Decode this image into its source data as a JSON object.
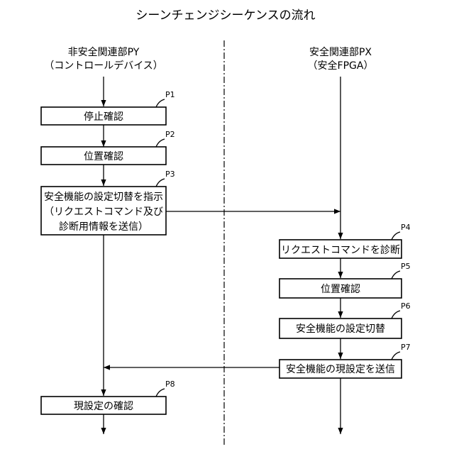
{
  "title": "シーンチェンジシーケンスの流れ",
  "lanes": {
    "left": {
      "line1": "非安全関連部PY",
      "line2": "（コントロールデバイス）"
    },
    "right": {
      "line1": "安全関連部PX",
      "line2": "（安全FPGA）"
    }
  },
  "steps": {
    "p1": {
      "label": "P1",
      "text": [
        "停止確認"
      ]
    },
    "p2": {
      "label": "P2",
      "text": [
        "位置確認"
      ]
    },
    "p3": {
      "label": "P3",
      "text": [
        "安全機能の設定切替を指示",
        "（リクエストコマンド及び",
        "診断用情報を送信）"
      ]
    },
    "p4": {
      "label": "P4",
      "text": [
        "リクエストコマンドを診断"
      ]
    },
    "p5": {
      "label": "P5",
      "text": [
        "位置確認"
      ]
    },
    "p6": {
      "label": "P6",
      "text": [
        "安全機能の設定切替"
      ]
    },
    "p7": {
      "label": "P7",
      "text": [
        "安全機能の現設定を送信"
      ]
    },
    "p8": {
      "label": "P8",
      "text": [
        "現設定の確認"
      ]
    }
  }
}
